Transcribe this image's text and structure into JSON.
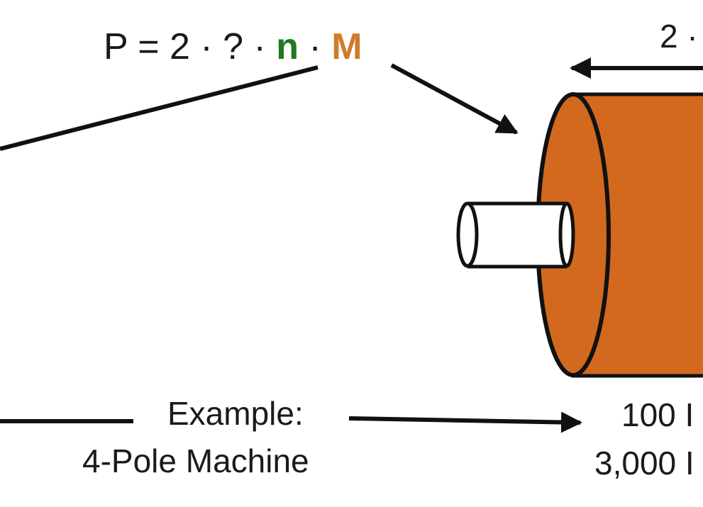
{
  "formula": {
    "prefix": "P = 2 · ? ·",
    "speed_symbol": "n",
    "separator": "·",
    "torque_symbol": "M"
  },
  "top_right_label": "2 ·",
  "example": {
    "label": "Example:",
    "machine": "4-Pole Machine"
  },
  "ratings": {
    "power_value": "100 I",
    "speed_value": "3,000 I"
  },
  "colors": {
    "motor_body": "#d2691e",
    "speed_symbol": "#1f7a1f",
    "torque_symbol": "#d07a2a",
    "line": "#111111"
  }
}
